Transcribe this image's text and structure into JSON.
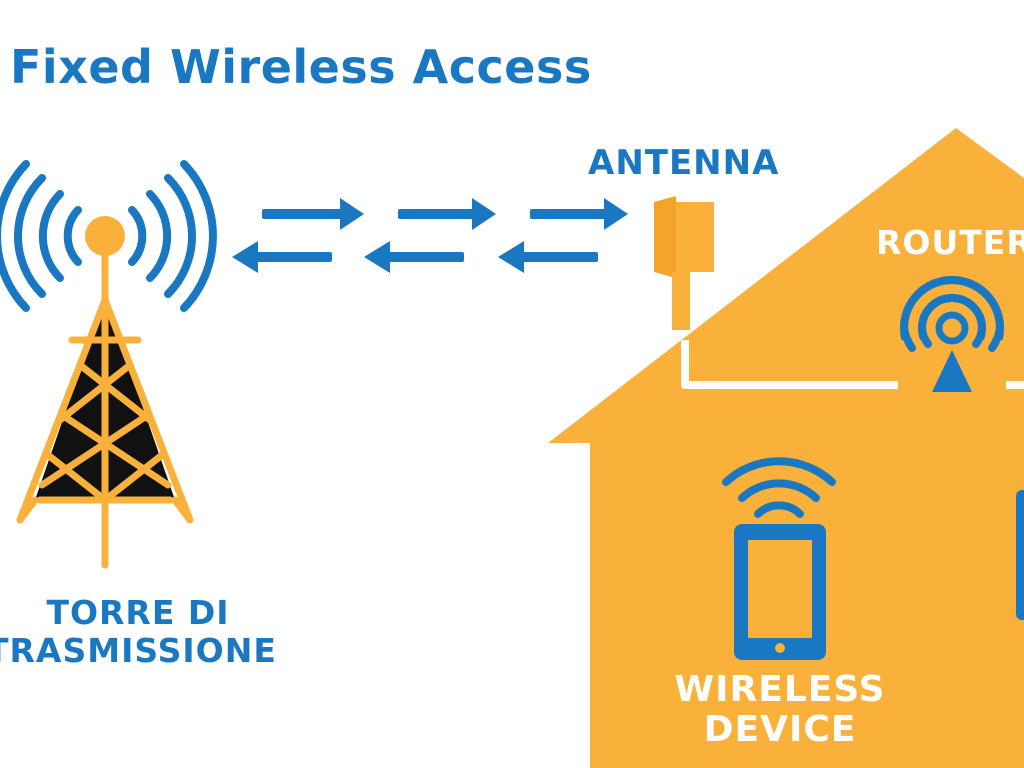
{
  "title": "Fixed Wireless Access",
  "labels": {
    "antenna": "ANTENNA",
    "router": "ROUTER",
    "tower_line1": "TORRE DI",
    "tower_line2": "TRASMISSIONE",
    "device_line1": "WIRELESS",
    "device_line2": "DEVICE"
  },
  "colors": {
    "blue": "#1a78c2",
    "orange": "#f9b13b",
    "black": "#111111",
    "white": "#ffffff"
  },
  "icons": {
    "tower": "transmission-tower-icon",
    "antenna": "antenna-icon",
    "router": "router-icon",
    "device": "smartphone-icon",
    "signal": "wifi-signal-icon",
    "exchange": "bidirectional-arrows-icon"
  }
}
